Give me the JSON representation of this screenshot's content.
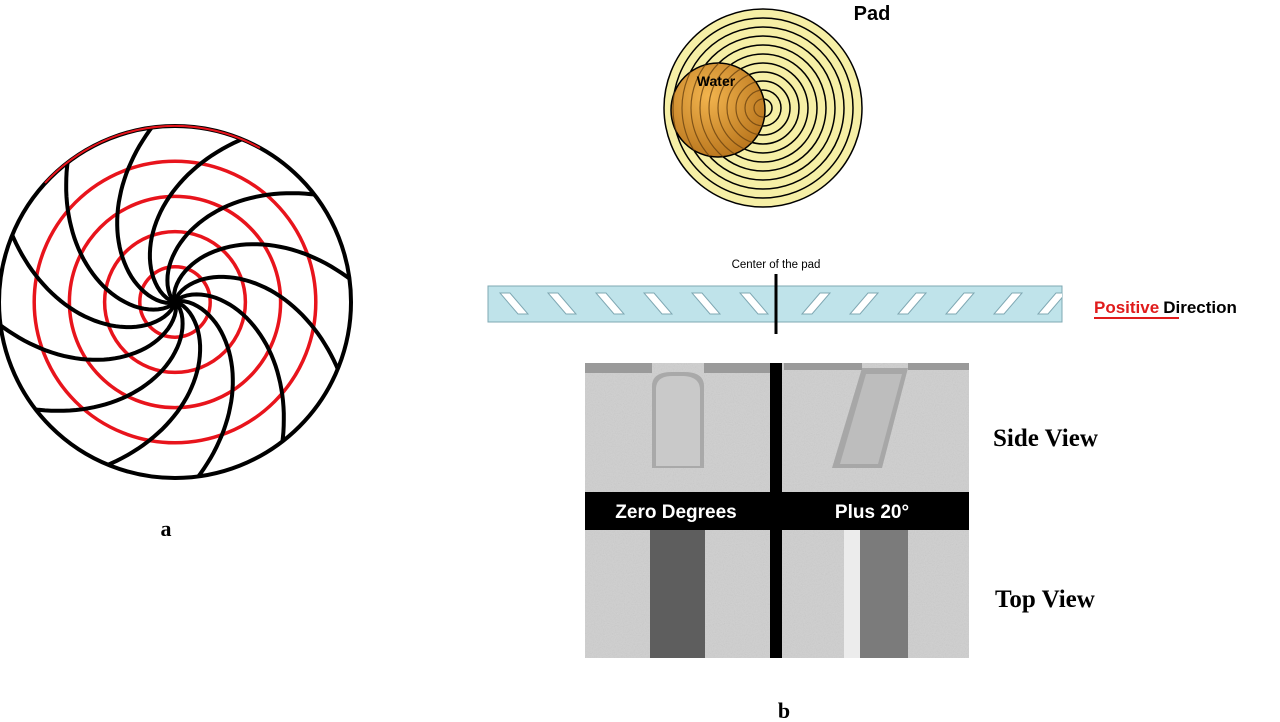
{
  "panel_a": {
    "label": "a",
    "spiral_arm_count": 12,
    "ring_count": 4,
    "colors": {
      "arms": "#000000",
      "rings": "#e8141c"
    }
  },
  "panel_b": {
    "label": "b",
    "pad_diagram": {
      "pad_label": "Pad",
      "water_label": "Water",
      "colors": {
        "pad": "#f6efa6",
        "water": "#d9922e",
        "grooves": "#000000"
      }
    },
    "cross_section": {
      "center_label": "Center of the pad",
      "direction_highlight": "Positive",
      "direction_rest": "Direction",
      "colors": {
        "slab": "#bfe3ea",
        "highlight": "#e01b1b"
      }
    },
    "micrographs": {
      "left_caption": "Zero Degrees",
      "right_caption": "Plus 20°",
      "side_view_label": "Side View",
      "top_view_label": "Top View"
    }
  }
}
